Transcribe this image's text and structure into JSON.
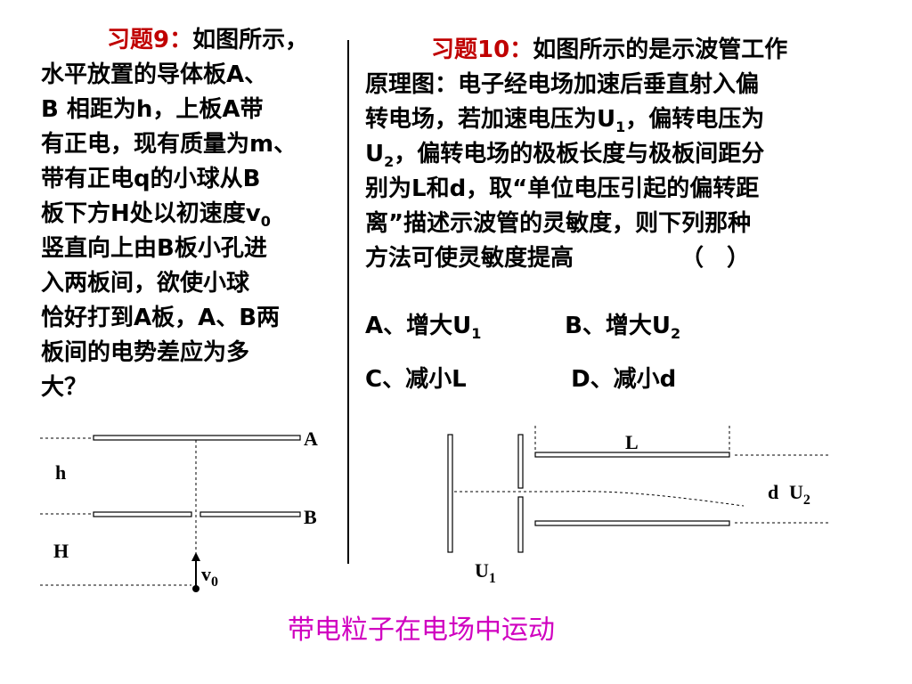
{
  "problem9": {
    "label": "习题9：",
    "lines": [
      "如图所示，",
      "水平放置的导体板A、",
      "B 相距为h，上板A带",
      "有正电，现有质量为m、",
      "带有正电q的小球从B",
      "板下方H处以初速度v",
      "竖直向上由B板小孔进",
      "入两板间，欲使小球",
      "恰好打到A板，A、B两",
      "板间的电势差应为多",
      "大？"
    ],
    "v_sub": "0"
  },
  "problem10": {
    "label": "习题10：",
    "line1": "如图所示的是示波管工作",
    "line2": "原理图：电子经电场加速后垂直射入偏",
    "line3a": "转电场，若加速电压为U",
    "line3sub": "1",
    "line3b": "，偏转电压为",
    "line4a": "U",
    "line4sub": "2",
    "line4b": "，偏转电场的极板长度与极板间距分",
    "line5": "别为L和d，取“单位电压引起的偏转距",
    "line6": "离”描述示波管的灵敏度，则下列那种",
    "line7": "方法可使灵敏度提高",
    "bracket": "（　）",
    "options": {
      "a": "A、增大U",
      "a_sub": "1",
      "b": "B、增大U",
      "b_sub": "2",
      "c": "C、减小L",
      "d": "D、减小d"
    }
  },
  "figure9": {
    "label_A": "A",
    "label_B": "B",
    "label_h": "h",
    "label_H": "H",
    "label_v": "v",
    "label_v_sub": "0"
  },
  "figure10": {
    "label_L": "L",
    "label_d": "d",
    "label_U2": "U",
    "label_U2_sub": "2",
    "label_U1": "U",
    "label_U1_sub": "1"
  },
  "caption": "带电粒子在电场中运动"
}
